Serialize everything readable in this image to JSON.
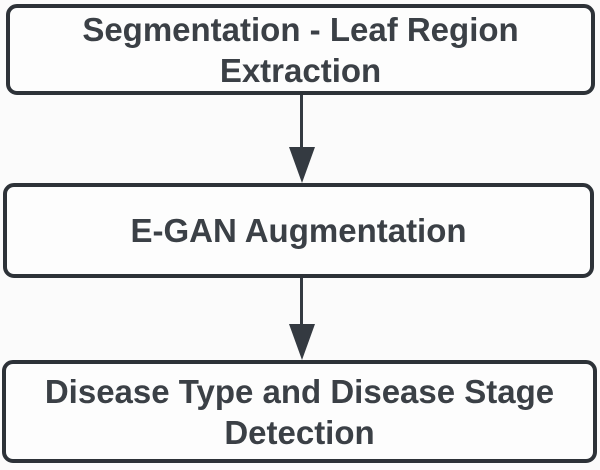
{
  "diagram": {
    "type": "flowchart",
    "direction": "top-down",
    "nodes": [
      {
        "id": "segmentation",
        "label": "Segmentation - Leaf Region Extraction"
      },
      {
        "id": "egan-augmentation",
        "label": "E-GAN Augmentation"
      },
      {
        "id": "disease-detection",
        "label": "Disease Type and Disease Stage Detection"
      }
    ],
    "edges": [
      {
        "from": "segmentation",
        "to": "egan-augmentation",
        "style": "solid-line-filled-triangle-arrowhead"
      },
      {
        "from": "egan-augmentation",
        "to": "disease-detection",
        "style": "solid-line-filled-triangle-arrowhead"
      }
    ],
    "colors": {
      "node_border": "#2d3238",
      "node_fill": "#fdfdfd",
      "text": "#3b4046",
      "arrow": "#343a41",
      "background": "#fbfbfb"
    }
  }
}
